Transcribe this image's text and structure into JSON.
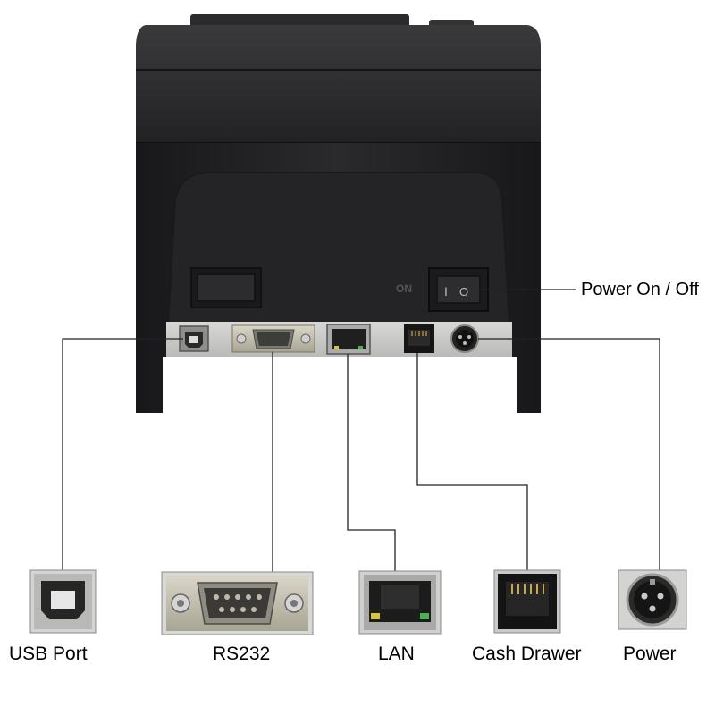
{
  "labels": {
    "power_switch": "Power On / Off",
    "usb": "USB Port",
    "rs232": "RS232",
    "lan": "LAN",
    "cash_drawer": "Cash Drawer",
    "power": "Power"
  },
  "switch": {
    "printed_text": "ON",
    "on_symbol": "I",
    "off_symbol": "O"
  },
  "colors": {
    "printer_body": "#1f1f21",
    "printer_top": "#2a2a2c",
    "port_panel": "#c9c9c7",
    "leader_line": "#222222",
    "background": "#ffffff"
  }
}
